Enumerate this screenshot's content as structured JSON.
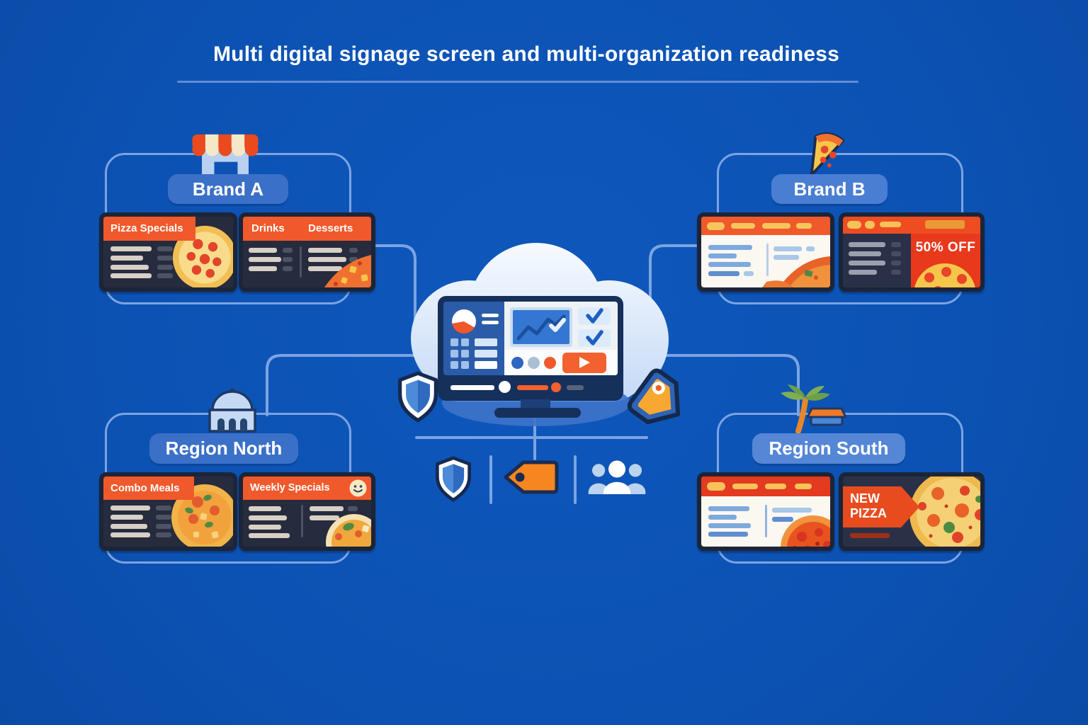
{
  "title": "Multi digital signage screen and multi-organization readiness",
  "groups": {
    "brand_a": {
      "label": "Brand A",
      "icon": "storefront-icon",
      "screens": [
        {
          "title": "Pizza Specials"
        },
        {
          "title_left": "Drinks",
          "title_right": "Desserts"
        }
      ]
    },
    "brand_b": {
      "label": "Brand B",
      "icon": "pizza-slice-icon",
      "screens": [
        {},
        {
          "badge": "50% OFF"
        }
      ]
    },
    "region_north": {
      "label": "Region North",
      "icon": "government-building-icon",
      "screens": [
        {
          "title": "Combo Meals"
        },
        {
          "title": "Weekly Specials"
        }
      ]
    },
    "region_south": {
      "label": "Region South",
      "icon": "palm-tree-icon",
      "screens": [
        {},
        {
          "badge_line1": "NEW",
          "badge_line2": "PIZZA"
        }
      ]
    }
  },
  "center": {
    "cloud_icon": "cloud-icon",
    "dashboard_icon": "monitor-dashboard-icon",
    "side_icons": [
      "shield-icon",
      "price-tag-icon"
    ],
    "feature_icons": [
      "shield-icon",
      "price-tag-icon",
      "users-icon"
    ]
  },
  "colors": {
    "background": "#0C52B3",
    "connector": "#7CA4E2",
    "accent_orange": "#F0592B",
    "deal_red": "#E8391D",
    "screen_dark": "#262B3D",
    "screen_frame": "#1C2538",
    "pill_blue": "#3B70C8",
    "pill_blue_light": "#5587D6",
    "cloud_top": "#F8FBFF",
    "cloud_bottom": "#C4D9F6"
  }
}
